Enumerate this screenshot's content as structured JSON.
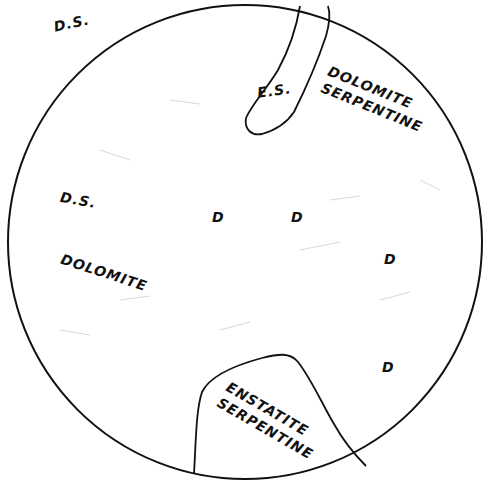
{
  "diagram": {
    "labels": [
      "D.S.",
      "DOLOMITE SERPENTINE",
      "E.S.",
      "D.S.",
      "D",
      "D",
      "D",
      "D",
      "DOLOMITE",
      "ENSTATITE SERPENTINE"
    ]
  }
}
